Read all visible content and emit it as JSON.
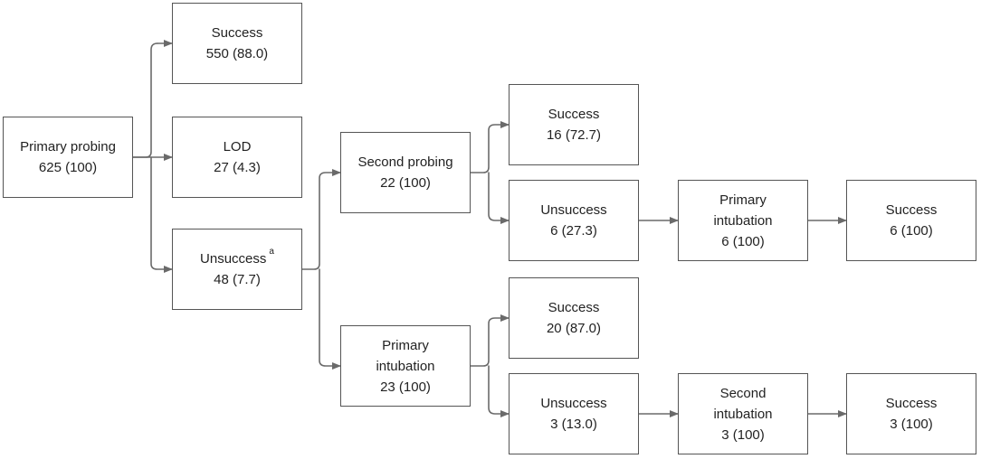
{
  "colors": {
    "line": "#6a6a6a",
    "border": "#555555",
    "text": "#222222"
  },
  "nodes": {
    "primary_probing": {
      "label": "Primary probing",
      "value": "625 (100)"
    },
    "success_1": {
      "label": "Success",
      "value": "550 (88.0)"
    },
    "lod": {
      "label": "LOD",
      "value": "27 (4.3)"
    },
    "unsuccess_1": {
      "label": "Unsuccess",
      "mark": "a",
      "value": "48 (7.7)"
    },
    "second_probing": {
      "label": "Second probing",
      "value": "22 (100)"
    },
    "primary_intub_1": {
      "label": "Primary intubation",
      "value": "23 (100)"
    },
    "success_2": {
      "label": "Success",
      "value": "16 (72.7)"
    },
    "unsuccess_2": {
      "label": "Unsuccess",
      "value": "6 (27.3)"
    },
    "primary_intub_2": {
      "line1": "Primary",
      "line2": "intubation",
      "value": "6 (100)"
    },
    "success_3": {
      "label": "Success",
      "value": "6 (100)"
    },
    "success_4": {
      "label": "Success",
      "value": "20 (87.0)"
    },
    "unsuccess_3": {
      "label": "Unsuccess",
      "value": "3 (13.0)"
    },
    "second_intub": {
      "line1": "Second",
      "line2": "intubation",
      "value": "3 (100)"
    },
    "success_5": {
      "label": "Success",
      "value": "3 (100)"
    }
  }
}
